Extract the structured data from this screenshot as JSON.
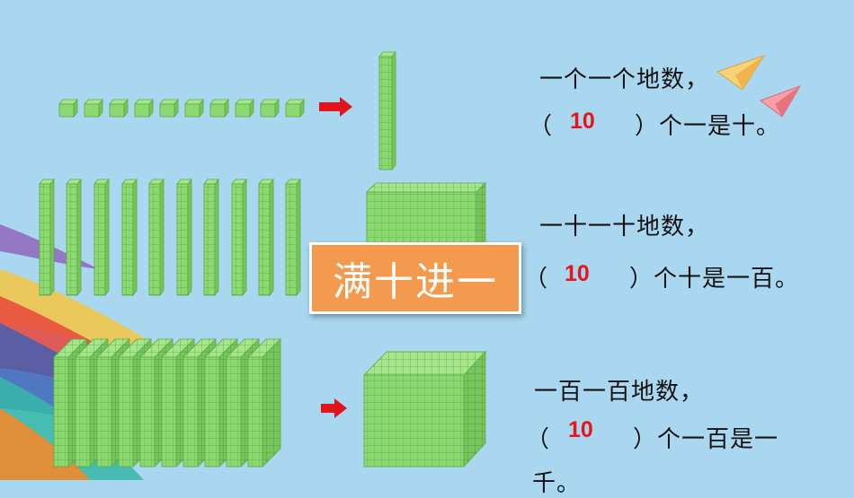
{
  "rows": [
    {
      "line1": "一个一个地数，",
      "paren_open": "（",
      "answer": "10",
      "line2_rest": "）个一是十。"
    },
    {
      "line1": "一十一十地数，",
      "paren_open": "（",
      "answer": "10",
      "line2_rest": "）个十是一百。"
    },
    {
      "line1": "一百一百地数，",
      "paren_open": "（",
      "answer": "10",
      "line2_rest": "）个一百是一",
      "line3": "千。"
    }
  ],
  "badge": {
    "text": "满十进一"
  },
  "colors": {
    "background": "#a9d7ef",
    "cube_green": "#8ed872",
    "arrow_red": "#e0141a",
    "answer_red": "#e8141a",
    "badge_orange": "#f39a4e"
  },
  "icons": [
    "paper-plane-icon",
    "arrow-right-icon"
  ]
}
